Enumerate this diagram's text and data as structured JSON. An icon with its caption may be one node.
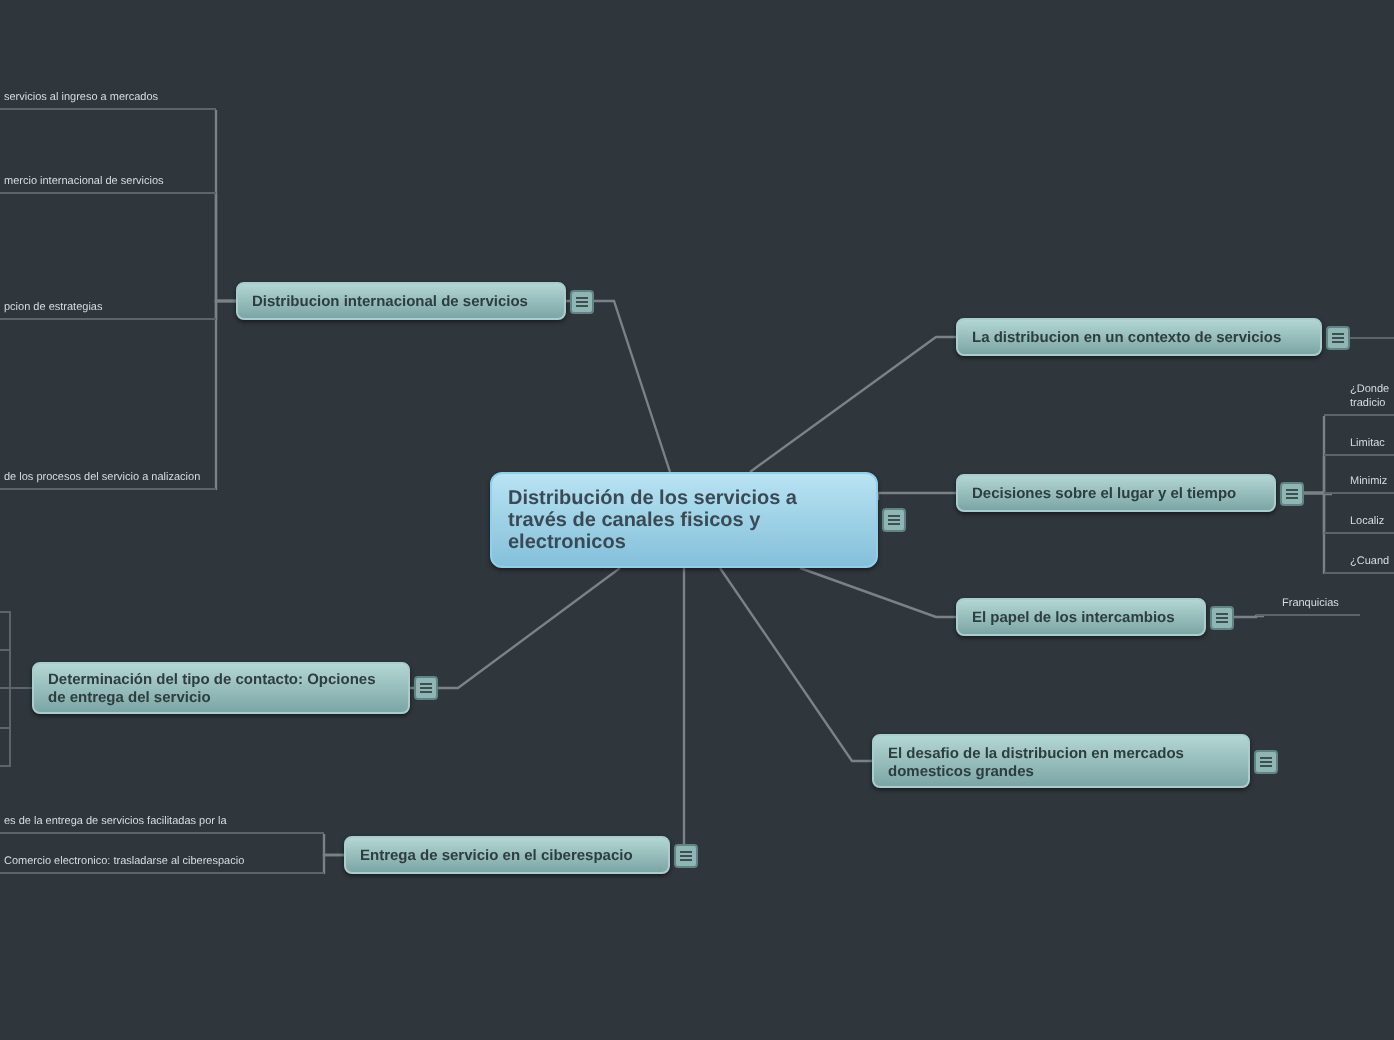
{
  "diagram": {
    "nodes": [
      {
        "text": [
          "Distribución de los servicios a través de canales fisicos y electronicos"
        ]
      },
      {
        "text": [
          "Distribucion internacional de servicios"
        ]
      },
      {
        "text": [
          "La distribucion en un contexto de servicios"
        ]
      },
      {
        "text": [
          "Decisiones sobre el lugar y el tiempo"
        ]
      },
      {
        "text": [
          "El papel de los intercambios"
        ]
      },
      {
        "text": [
          "El desafio de la distribucion en mercados domesticos grandes"
        ]
      },
      {
        "text": [
          "Determinación del tipo de contacto: Opciones de entrega del servicio"
        ]
      },
      {
        "text": [
          "Entrega de servicio en el ciberespacio"
        ]
      },
      {
        "text": [
          "servicios al ingreso a mercados"
        ]
      },
      {
        "text": [
          "mercio internacional de servicios"
        ]
      },
      {
        "text": [
          "pcion de estrategias"
        ]
      },
      {
        "text": [
          "de los procesos del servicio a nalizacion"
        ]
      },
      {
        "text": [
          "¿Donde tradicio"
        ]
      },
      {
        "text": [
          "Limitac"
        ]
      },
      {
        "text": [
          "Minimiz"
        ]
      },
      {
        "text": [
          "Localiz"
        ]
      },
      {
        "text": [
          "¿Cuand"
        ]
      },
      {
        "text": [
          "Franquicias"
        ]
      },
      {
        "text": [
          "es de la entrega de servicios facilitadas por la"
        ]
      },
      {
        "text": [
          "Comercio electronico: trasladarse al ciberespacio"
        ]
      }
    ],
    "edges": [
      {
        "from": 0,
        "to": 1,
        "arrow": "none"
      },
      {
        "from": 0,
        "to": 2,
        "arrow": "none"
      },
      {
        "from": 0,
        "to": 3,
        "arrow": "none"
      },
      {
        "from": 0,
        "to": 4,
        "arrow": "none"
      },
      {
        "from": 0,
        "to": 5,
        "arrow": "none"
      },
      {
        "from": 0,
        "to": 6,
        "arrow": "none"
      },
      {
        "from": 0,
        "to": 7,
        "arrow": "none"
      },
      {
        "from": 1,
        "to": 8,
        "arrow": "none"
      },
      {
        "from": 1,
        "to": 9,
        "arrow": "none"
      },
      {
        "from": 1,
        "to": 10,
        "arrow": "none"
      },
      {
        "from": 1,
        "to": 11,
        "arrow": "none"
      },
      {
        "from": 3,
        "to": 12,
        "arrow": "none"
      },
      {
        "from": 3,
        "to": 13,
        "arrow": "none"
      },
      {
        "from": 3,
        "to": 14,
        "arrow": "none"
      },
      {
        "from": 3,
        "to": 15,
        "arrow": "none"
      },
      {
        "from": 3,
        "to": 16,
        "arrow": "none"
      },
      {
        "from": 4,
        "to": 17,
        "arrow": "none"
      },
      {
        "from": 7,
        "to": 18,
        "arrow": "none"
      },
      {
        "from": 7,
        "to": 19,
        "arrow": "none"
      }
    ]
  }
}
